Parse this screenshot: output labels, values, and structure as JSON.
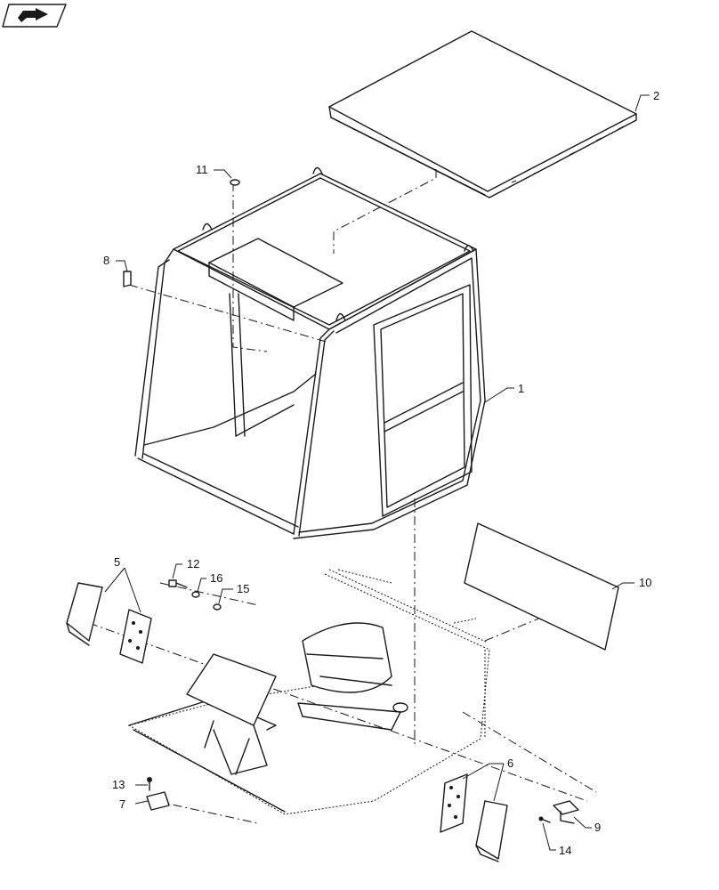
{
  "diagram": {
    "callouts": [
      {
        "id": "c2",
        "label": "2"
      },
      {
        "id": "c11",
        "label": "11"
      },
      {
        "id": "c8",
        "label": "8"
      },
      {
        "id": "c1",
        "label": "1"
      },
      {
        "id": "c10",
        "label": "10"
      },
      {
        "id": "c5",
        "label": "5"
      },
      {
        "id": "c12",
        "label": "12"
      },
      {
        "id": "c16",
        "label": "16"
      },
      {
        "id": "c15",
        "label": "15"
      },
      {
        "id": "c6",
        "label": "6"
      },
      {
        "id": "c13",
        "label": "13"
      },
      {
        "id": "c7",
        "label": "7"
      },
      {
        "id": "c9",
        "label": "9"
      },
      {
        "id": "c14",
        "label": "14"
      }
    ],
    "icons": {
      "navigation": "return-arrow-icon"
    }
  }
}
